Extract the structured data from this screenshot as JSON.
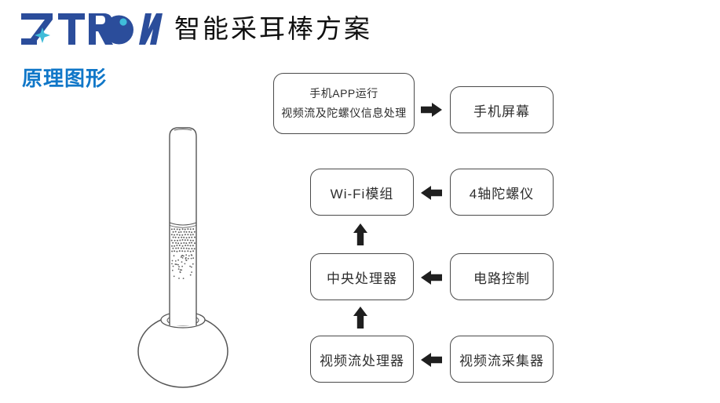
{
  "slide": {
    "title": "智能采耳棒方案",
    "section_label": "原理图形"
  },
  "logo": {
    "text": "ZTRON",
    "colors": {
      "navy": "#2b4d9b",
      "cyan": "#3fbcd9"
    }
  },
  "illustration": {
    "description": "smart ear-pick stick with stippled grip band standing in a spherical base"
  },
  "flowchart": {
    "app_box": {
      "line1": "手机APP运行",
      "line2": "视频流及陀螺仪信息处理"
    },
    "screen_box": "手机屏幕",
    "wifi_box": "Wi-Fi模组",
    "gyro_box": "4轴陀螺仪",
    "cpu_box": "中央处理器",
    "circuit_box": "电路控制",
    "video_proc_box": "视频流处理器",
    "video_cap_box": "视频流采集器",
    "connections": [
      {
        "from": "app_box",
        "to": "screen_box",
        "direction": "right"
      },
      {
        "from": "gyro_box",
        "to": "wifi_box",
        "direction": "left"
      },
      {
        "from": "cpu_box",
        "to": "wifi_box",
        "direction": "up"
      },
      {
        "from": "circuit_box",
        "to": "cpu_box",
        "direction": "left"
      },
      {
        "from": "video_proc_box",
        "to": "cpu_box",
        "direction": "up"
      },
      {
        "from": "video_cap_box",
        "to": "video_proc_box",
        "direction": "left"
      }
    ]
  },
  "colors": {
    "section_blue": "#1077c8",
    "arrow_black": "#1f1f1f",
    "box_border": "#4a4a4a",
    "title_text": "#101010",
    "device_outline": "#555555"
  }
}
